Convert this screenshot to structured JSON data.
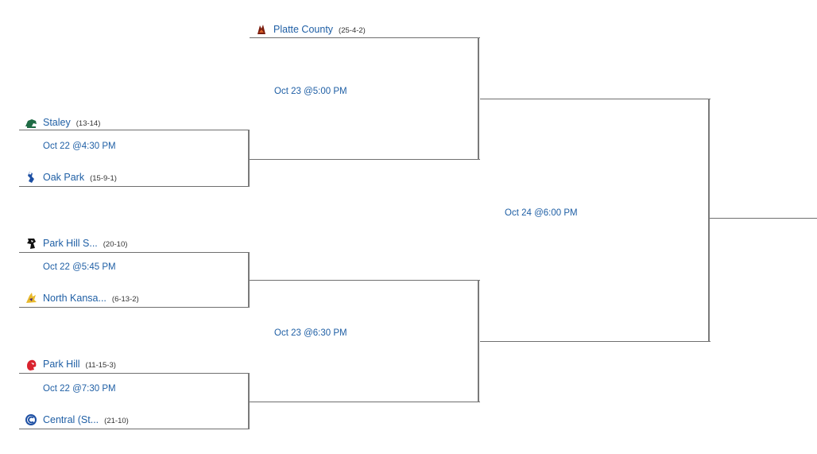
{
  "colors": {
    "link": "#1f5fa5",
    "line": "#6f6f6f",
    "record": "#333333"
  },
  "round1": [
    {
      "time": "Oct 22 @4:30 PM",
      "top": {
        "name": "Staley",
        "record": "(13-14)",
        "logo": "staley-logo"
      },
      "bottom": {
        "name": "Oak Park",
        "record": "(15-9-1)",
        "logo": "oak-park-logo"
      }
    },
    {
      "time": "Oct 22 @5:45 PM",
      "top": {
        "name": "Park Hill S...",
        "record": "(20-10)",
        "logo": "park-hill-south-logo"
      },
      "bottom": {
        "name": "North Kansa...",
        "record": "(6-13-2)",
        "logo": "north-kansas-city-logo"
      }
    },
    {
      "time": "Oct 22 @7:30 PM",
      "top": {
        "name": "Park Hill",
        "record": "(11-15-3)",
        "logo": "park-hill-logo"
      },
      "bottom": {
        "name": "Central (St...",
        "record": "(21-10)",
        "logo": "central-logo"
      }
    }
  ],
  "round2": [
    {
      "time": "Oct 23 @5:00 PM",
      "top": {
        "name": "Platte County",
        "record": "(25-4-2)",
        "logo": "platte-county-logo"
      }
    },
    {
      "time": "Oct 23 @6:30 PM"
    }
  ],
  "round3": [
    {
      "time": "Oct 24 @6:00 PM"
    }
  ]
}
